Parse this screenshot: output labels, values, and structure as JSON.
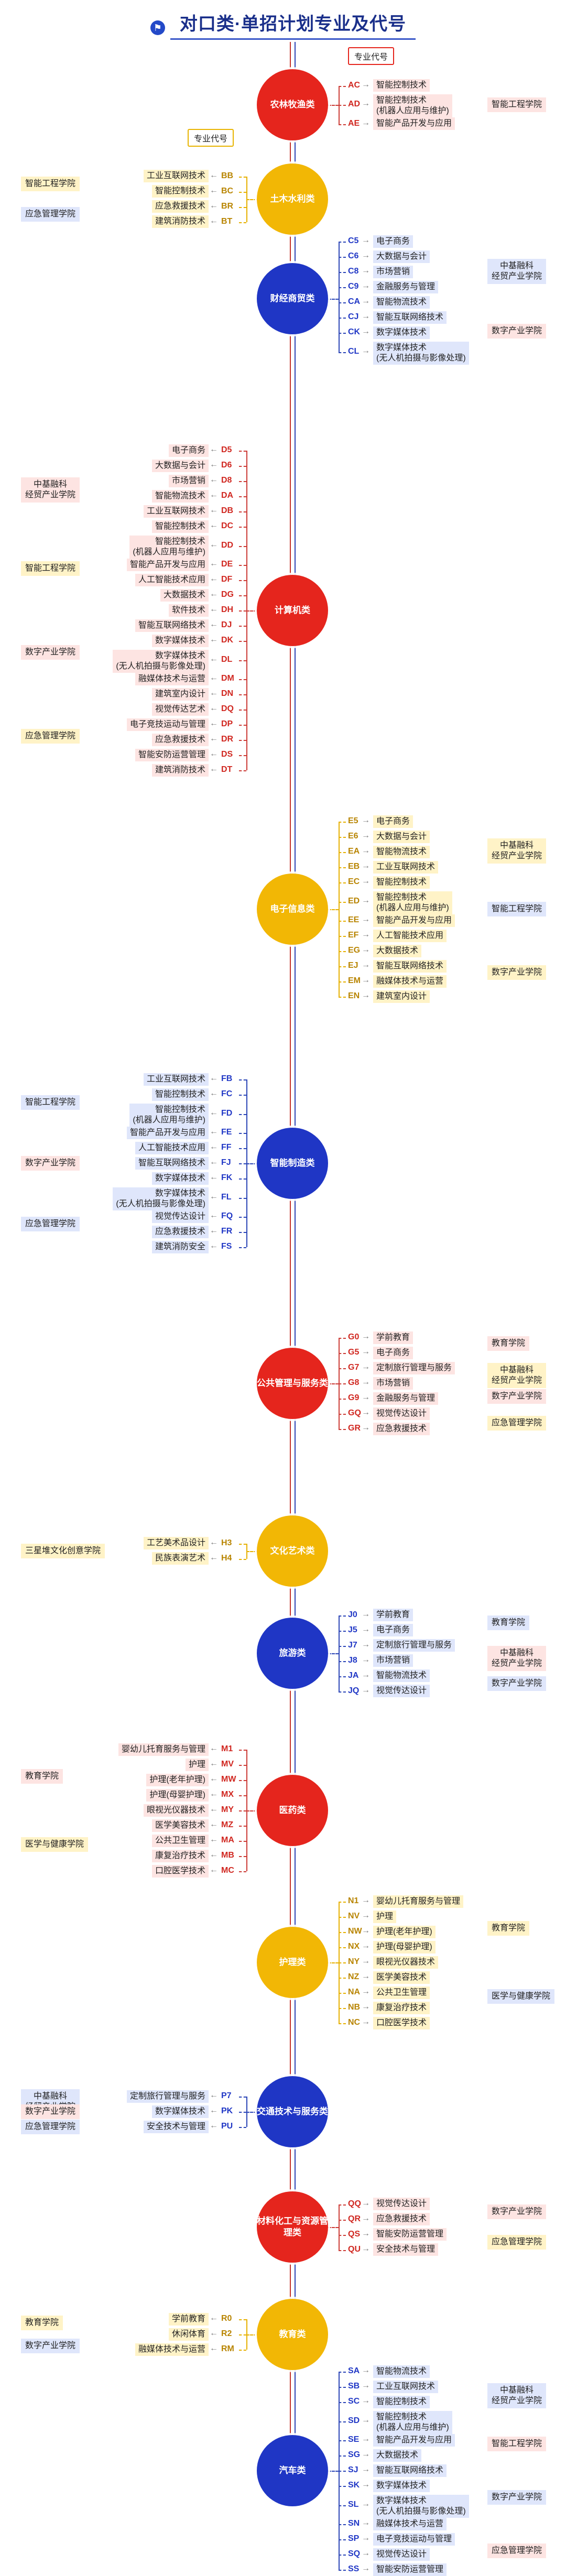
{
  "title": "对口类·单招计划专业及代号",
  "legend_code": "专业代号",
  "legend_code2": "专业代号",
  "nodes": [
    {
      "label": "农林牧渔类",
      "color": "red"
    },
    {
      "label": "土木水利类",
      "color": "yellow"
    },
    {
      "label": "财经商贸类",
      "color": "blue"
    },
    {
      "label": "计算机类",
      "color": "red"
    },
    {
      "label": "电子信息类",
      "color": "yellow"
    },
    {
      "label": "智能制造类",
      "color": "blue"
    },
    {
      "label": "公共管理与服务类",
      "color": "red"
    },
    {
      "label": "文化艺术类",
      "color": "yellow"
    },
    {
      "label": "旅游类",
      "color": "blue"
    },
    {
      "label": "医药类",
      "color": "red"
    },
    {
      "label": "护理类",
      "color": "yellow"
    },
    {
      "label": "交通技术与服务类",
      "color": "blue"
    },
    {
      "label": "材料化工与资源管理类",
      "color": "red"
    },
    {
      "label": "教育类",
      "color": "yellow"
    },
    {
      "label": "汽车类",
      "color": "blue"
    }
  ],
  "sections": {
    "nonglin": {
      "items": [
        {
          "code": "AC",
          "name": "智能控制技术"
        },
        {
          "code": "AD",
          "name": "智能控制技术\n(机器人应用与维护)"
        },
        {
          "code": "AE",
          "name": "智能产品开发与应用"
        }
      ],
      "colleges": [
        "智能工程学院"
      ]
    },
    "tumu": {
      "items": [
        {
          "code": "BB",
          "name": "工业互联网技术"
        },
        {
          "code": "BC",
          "name": "智能控制技术"
        },
        {
          "code": "BR",
          "name": "应急救援技术"
        },
        {
          "code": "BT",
          "name": "建筑消防技术"
        }
      ],
      "colleges": [
        "智能工程学院",
        "应急管理学院"
      ]
    },
    "caijing": {
      "items": [
        {
          "code": "C5",
          "name": "电子商务"
        },
        {
          "code": "C6",
          "name": "大数据与会计"
        },
        {
          "code": "C8",
          "name": "市场营销"
        },
        {
          "code": "C9",
          "name": "金融服务与管理"
        },
        {
          "code": "CA",
          "name": "智能物流技术"
        },
        {
          "code": "CJ",
          "name": "智能互联网络技术"
        },
        {
          "code": "CK",
          "name": "数字媒体技术"
        },
        {
          "code": "CL",
          "name": "数字媒体技术\n(无人机拍摄与影像处理)"
        }
      ],
      "colleges": [
        "中基融科\n经贸产业学院",
        "数字产业学院"
      ]
    },
    "jisuanji": {
      "items": [
        {
          "code": "D5",
          "name": "电子商务"
        },
        {
          "code": "D6",
          "name": "大数据与会计"
        },
        {
          "code": "D8",
          "name": "市场营销"
        },
        {
          "code": "DA",
          "name": "智能物流技术"
        },
        {
          "code": "DB",
          "name": "工业互联网技术"
        },
        {
          "code": "DC",
          "name": "智能控制技术"
        },
        {
          "code": "DD",
          "name": "智能控制技术\n(机器人应用与维护)"
        },
        {
          "code": "DE",
          "name": "智能产品开发与应用"
        },
        {
          "code": "DF",
          "name": "人工智能技术应用"
        },
        {
          "code": "DG",
          "name": "大数据技术"
        },
        {
          "code": "DH",
          "name": "软件技术"
        },
        {
          "code": "DJ",
          "name": "智能互联网络技术"
        },
        {
          "code": "DK",
          "name": "数字媒体技术"
        },
        {
          "code": "DL",
          "name": "数字媒体技术\n(无人机拍摄与影像处理)"
        },
        {
          "code": "DM",
          "name": "融媒体技术与运营"
        },
        {
          "code": "DN",
          "name": "建筑室内设计"
        },
        {
          "code": "DQ",
          "name": "视觉传达艺术"
        },
        {
          "code": "DP",
          "name": "电子竞技运动与管理"
        },
        {
          "code": "DR",
          "name": "应急救援技术"
        },
        {
          "code": "DS",
          "name": "智能安防运营管理"
        },
        {
          "code": "DT",
          "name": "建筑消防技术"
        }
      ],
      "colleges": [
        "中基融科\n经贸产业学院",
        "智能工程学院",
        "数字产业学院",
        "应急管理学院"
      ]
    },
    "dianzi": {
      "items": [
        {
          "code": "E5",
          "name": "电子商务"
        },
        {
          "code": "E6",
          "name": "大数据与会计"
        },
        {
          "code": "EA",
          "name": "智能物流技术"
        },
        {
          "code": "EB",
          "name": "工业互联网技术"
        },
        {
          "code": "EC",
          "name": "智能控制技术"
        },
        {
          "code": "ED",
          "name": "智能控制技术\n(机器人应用与维护)"
        },
        {
          "code": "EE",
          "name": "智能产品开发与应用"
        },
        {
          "code": "EF",
          "name": "人工智能技术应用"
        },
        {
          "code": "EG",
          "name": "大数据技术"
        },
        {
          "code": "EJ",
          "name": "智能互联网络技术"
        },
        {
          "code": "EM",
          "name": "融媒体技术与运营"
        },
        {
          "code": "EN",
          "name": "建筑室内设计"
        }
      ],
      "colleges": [
        "中基融科\n经贸产业学院",
        "智能工程学院",
        "数字产业学院"
      ]
    },
    "zhineng": {
      "items": [
        {
          "code": "FB",
          "name": "工业互联网技术"
        },
        {
          "code": "FC",
          "name": "智能控制技术"
        },
        {
          "code": "FD",
          "name": "智能控制技术\n(机器人应用与维护)"
        },
        {
          "code": "FE",
          "name": "智能产品开发与应用"
        },
        {
          "code": "FF",
          "name": "人工智能技术应用"
        },
        {
          "code": "FJ",
          "name": "智能互联网络技术"
        },
        {
          "code": "FK",
          "name": "数字媒体技术"
        },
        {
          "code": "FL",
          "name": "数字媒体技术\n(无人机拍摄与影像处理)"
        },
        {
          "code": "FQ",
          "name": "视觉传达设计"
        },
        {
          "code": "FR",
          "name": "应急救援技术"
        },
        {
          "code": "FS",
          "name": "建筑消防安全"
        }
      ],
      "colleges": [
        "智能工程学院",
        "数字产业学院",
        "应急管理学院"
      ]
    },
    "gonggong": {
      "items": [
        {
          "code": "G0",
          "name": "学前教育"
        },
        {
          "code": "G5",
          "name": "电子商务"
        },
        {
          "code": "G7",
          "name": "定制旅行管理与服务"
        },
        {
          "code": "G8",
          "name": "市场营销"
        },
        {
          "code": "G9",
          "name": "金融服务与管理"
        },
        {
          "code": "GQ",
          "name": "视觉传达设计"
        },
        {
          "code": "GR",
          "name": "应急救援技术"
        }
      ],
      "colleges": [
        "教育学院",
        "中基融科\n经贸产业学院",
        "数字产业学院",
        "应急管理学院"
      ]
    },
    "wenhua": {
      "items": [
        {
          "code": "H3",
          "name": "工艺美术品设计"
        },
        {
          "code": "H4",
          "name": "民族表演艺术"
        }
      ],
      "colleges": [
        "三星堆文化创意学院"
      ]
    },
    "lvyou": {
      "items": [
        {
          "code": "J0",
          "name": "学前教育"
        },
        {
          "code": "J5",
          "name": "电子商务"
        },
        {
          "code": "J7",
          "name": "定制旅行管理与服务"
        },
        {
          "code": "J8",
          "name": "市场营销"
        },
        {
          "code": "JA",
          "name": "智能物流技术"
        },
        {
          "code": "JQ",
          "name": "视觉传达设计"
        }
      ],
      "colleges": [
        "教育学院",
        "中基融科\n经贸产业学院",
        "数字产业学院"
      ]
    },
    "yiyao": {
      "items": [
        {
          "code": "M1",
          "name": "婴幼儿托育服务与管理"
        },
        {
          "code": "MV",
          "name": "护理"
        },
        {
          "code": "MW",
          "name": "护理(老年护理)"
        },
        {
          "code": "MX",
          "name": "护理(母婴护理)"
        },
        {
          "code": "MY",
          "name": "眼视光仪器技术"
        },
        {
          "code": "MZ",
          "name": "医学美容技术"
        },
        {
          "code": "MA",
          "name": "公共卫生管理"
        },
        {
          "code": "MB",
          "name": "康复治疗技术"
        },
        {
          "code": "MC",
          "name": "口腔医学技术"
        }
      ],
      "colleges": [
        "教育学院",
        "医学与健康学院"
      ]
    },
    "huli": {
      "items": [
        {
          "code": "N1",
          "name": "婴幼儿托育服务与管理"
        },
        {
          "code": "NV",
          "name": "护理"
        },
        {
          "code": "NW",
          "name": "护理(老年护理)"
        },
        {
          "code": "NX",
          "name": "护理(母婴护理)"
        },
        {
          "code": "NY",
          "name": "眼视光仪器技术"
        },
        {
          "code": "NZ",
          "name": "医学美容技术"
        },
        {
          "code": "NA",
          "name": "公共卫生管理"
        },
        {
          "code": "NB",
          "name": "康复治疗技术"
        },
        {
          "code": "NC",
          "name": "口腔医学技术"
        }
      ],
      "colleges": [
        "教育学院",
        "医学与健康学院"
      ]
    },
    "jiaotong": {
      "items": [
        {
          "code": "P7",
          "name": "定制旅行管理与服务"
        },
        {
          "code": "PK",
          "name": "数字媒体技术"
        },
        {
          "code": "PU",
          "name": "安全技术与管理"
        }
      ],
      "colleges": [
        "中基融科\n经贸产业学院",
        "数字产业学院",
        "应急管理学院"
      ]
    },
    "cailiao": {
      "items": [
        {
          "code": "QQ",
          "name": "视觉传达设计"
        },
        {
          "code": "QR",
          "name": "应急救援技术"
        },
        {
          "code": "QS",
          "name": "智能安防运营管理"
        },
        {
          "code": "QU",
          "name": "安全技术与管理"
        }
      ],
      "colleges": [
        "数字产业学院",
        "应急管理学院"
      ]
    },
    "jiaoyu": {
      "items": [
        {
          "code": "R0",
          "name": "学前教育"
        },
        {
          "code": "R2",
          "name": "休闲体育"
        },
        {
          "code": "RM",
          "name": "融媒体技术与运营"
        }
      ],
      "colleges": [
        "教育学院",
        "数字产业学院"
      ]
    },
    "qiche": {
      "items": [
        {
          "code": "SA",
          "name": "智能物流技术"
        },
        {
          "code": "SB",
          "name": "工业互联网技术"
        },
        {
          "code": "SC",
          "name": "智能控制技术"
        },
        {
          "code": "SD",
          "name": "智能控制技术\n(机器人应用与维护)"
        },
        {
          "code": "SE",
          "name": "智能产品开发与应用"
        },
        {
          "code": "SG",
          "name": "大数据技术"
        },
        {
          "code": "SJ",
          "name": "智能互联网络技术"
        },
        {
          "code": "SK",
          "name": "数字媒体技术"
        },
        {
          "code": "SL",
          "name": "数字媒体技术\n(无人机拍摄与影像处理)"
        },
        {
          "code": "SN",
          "name": "融媒体技术与运营"
        },
        {
          "code": "SP",
          "name": "电子竞技运动与管理"
        },
        {
          "code": "SQ",
          "name": "视觉传达设计"
        },
        {
          "code": "SS",
          "name": "智能安防运营管理"
        }
      ],
      "colleges": [
        "中基融科\n经贸产业学院",
        "智能工程学院",
        "数字产业学院",
        "应急管理学院"
      ]
    }
  }
}
